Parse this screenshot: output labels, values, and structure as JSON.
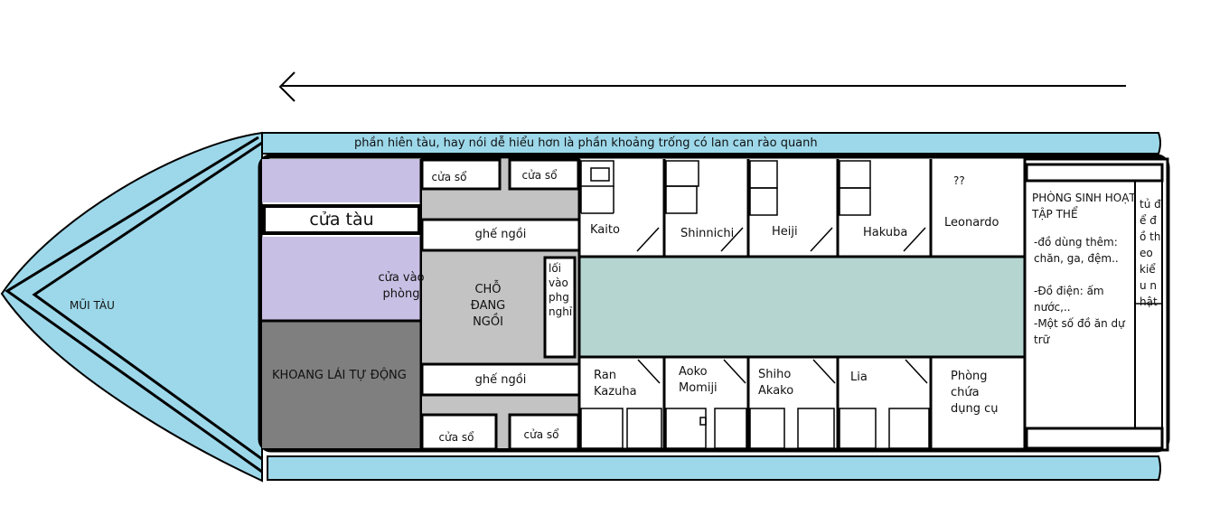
{
  "deck": {
    "railing_text": "phần hiên tàu, hay nói dễ hiểu hơn là phần khoảng trống có lan can rào quanh"
  },
  "bow": {
    "label": "MŨI TÀU"
  },
  "front": {
    "door_label": "cửa tàu",
    "room_door_label": "cửa vào phòng",
    "cockpit_label": "KHOANG LÁI TỰ ĐỘNG"
  },
  "seating": {
    "window_top_left": "cửa sổ",
    "window_top_right": "cửa sổ",
    "bench_top": "ghế ngồi",
    "seat_area": "CHỖ ĐANG NGỒI",
    "rest_entry": "lối vào phg nghỉ",
    "bench_bottom": "ghế ngồi",
    "window_bottom_left": "cửa sổ",
    "window_bottom_right": "cửa sổ"
  },
  "cabins_top": [
    {
      "name": "Kaito"
    },
    {
      "name": "Shinnichi"
    },
    {
      "name": "Heiji"
    },
    {
      "name": "Hakuba"
    },
    {
      "name": "Leonardo",
      "mark": "??"
    }
  ],
  "cabins_bottom": [
    {
      "name": "Ran Kazuha"
    },
    {
      "name": "Aoko Momiji"
    },
    {
      "name": "Shiho Akako"
    },
    {
      "name": "Lia"
    },
    {
      "name": "Phòng chứa dụng cụ"
    }
  ],
  "common_room": {
    "title": "PHÒNG SINH HOẠT TẬP THỂ",
    "line1": "-đồ dùng thêm: chăn, ga, đệm..",
    "line2": "-Đồ điện: ấm nước,..",
    "line3": "-Một số đồ ăn dự trữ",
    "cabinet": "tủ để đồ theo kiểu nhật"
  },
  "colors": {
    "sea_blue": "#9dd8ea",
    "lavender": "#c8c0e4",
    "dark_gray": "#7f7f7f",
    "light_gray": "#c3c3c3",
    "corridor": "#b5d6d0"
  }
}
